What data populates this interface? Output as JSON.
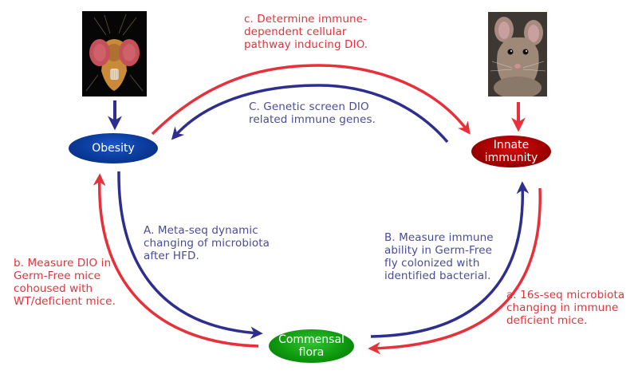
{
  "diagram": {
    "nodes": {
      "obesity": "Obesity",
      "innate_immunity": "Innate\nimmunity",
      "commensal_flora": "Commensal\nflora"
    },
    "images": {
      "fly": "fruit-fly-photo",
      "mouse": "mouse-photo"
    },
    "labels": {
      "c_red": "c. Determine immune-\ndependent cellular\npathway inducing DIO.",
      "C_blue": "C. Genetic screen DIO\nrelated immune genes.",
      "A_blue": "A. Meta-seq dynamic\nchanging of microbiota\nafter HFD.",
      "b_red": "b. Measure DIO in\nGerm-Free mice\ncohoused with\nWT/deficient mice.",
      "B_blue": "B. Measure immune\nability in Germ-Free\nfly colonized with\nidentified bacterial.",
      "a_red": "a. 16s-seq microbiota\nchanging in immune\ndeficient mice."
    },
    "colors": {
      "red": "#e8303a",
      "blue": "#2e2e8e",
      "obesity_node": "#0a3a9a",
      "innate_node": "#a00000",
      "flora_node": "#0e9a0e"
    },
    "edges": [
      {
        "from": "fly",
        "to": "Obesity",
        "color": "blue"
      },
      {
        "from": "mouse",
        "to": "Innate immunity",
        "color": "red"
      },
      {
        "from": "Obesity",
        "to": "Innate immunity",
        "color": "red",
        "label": "c"
      },
      {
        "from": "Innate immunity",
        "to": "Obesity",
        "color": "blue",
        "label": "C"
      },
      {
        "from": "Obesity",
        "to": "Commensal flora",
        "color": "blue",
        "label": "A"
      },
      {
        "from": "Commensal flora",
        "to": "Obesity",
        "color": "red",
        "label": "b"
      },
      {
        "from": "Commensal flora",
        "to": "Innate immunity",
        "color": "blue",
        "label": "B"
      },
      {
        "from": "Innate immunity",
        "to": "Commensal flora",
        "color": "red",
        "label": "a"
      }
    ]
  }
}
